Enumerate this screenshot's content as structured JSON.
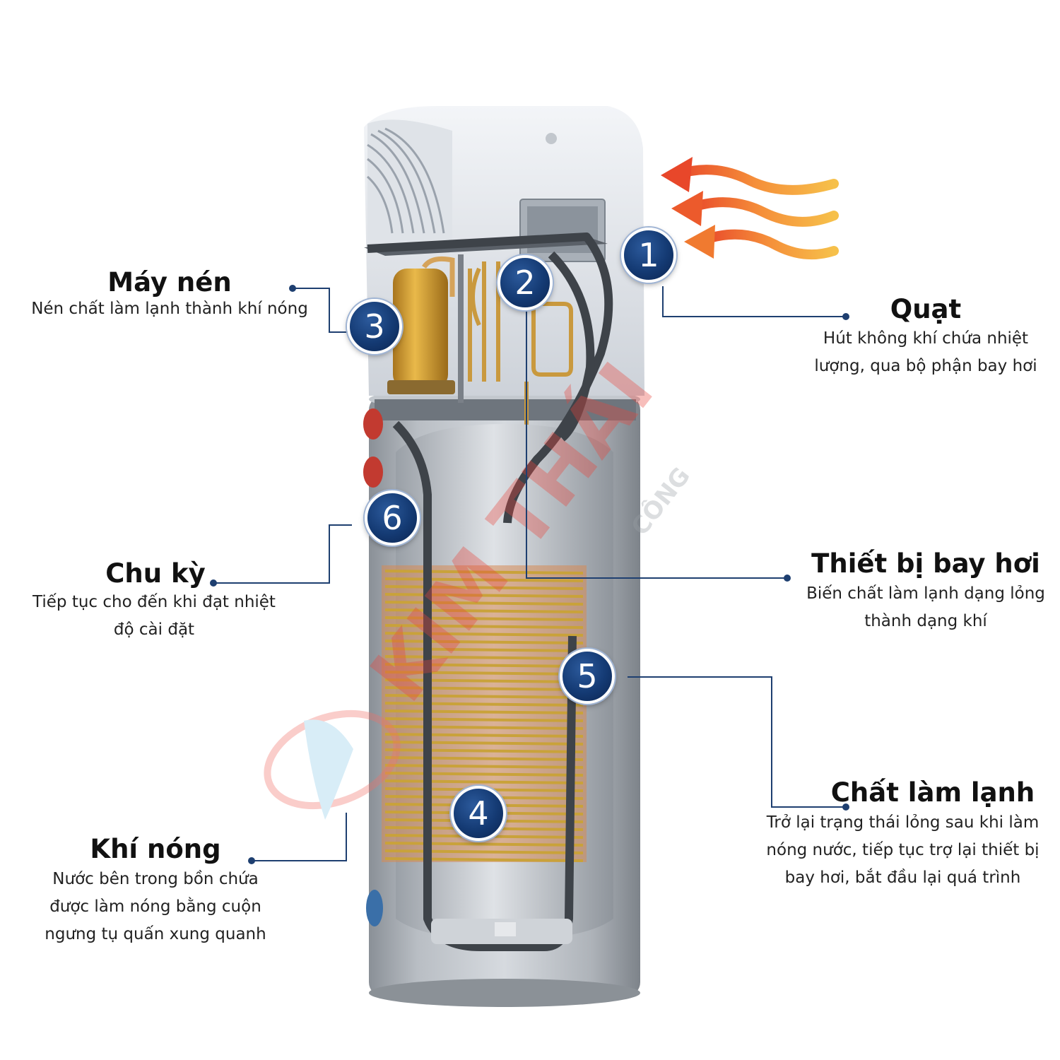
{
  "watermark": {
    "brand": "KIM THÁI",
    "sub": "CÔNG"
  },
  "colors": {
    "badge": "#143a73",
    "leader": "#1e3f70",
    "arrow_hot": "#e8472a",
    "arrow_warm": "#f6c04a"
  },
  "callouts": [
    {
      "number": "1",
      "title": "Quạt",
      "desc": [
        "Hút không khí chứa nhiệt",
        "lượng, qua bộ phận bay hơi"
      ]
    },
    {
      "number": "2",
      "title": "Thiết bị bay hơi",
      "desc": [
        "Biến chất làm lạnh dạng lỏng",
        "thành dạng khí"
      ]
    },
    {
      "number": "3",
      "title": "Máy nén",
      "desc": [
        "Nén chất làm lạnh thành khí nóng"
      ]
    },
    {
      "number": "4",
      "title": "Khí nóng",
      "desc": [
        "Nước bên trong bồn chứa",
        "được làm nóng bằng cuộn",
        "ngưng tụ quấn xung quanh"
      ]
    },
    {
      "number": "5",
      "title": "Chất làm lạnh",
      "desc": [
        "Trở lại trạng thái lỏng sau khi làm",
        "nóng nước, tiếp tục trợ lại thiết bị",
        "bay hơi, bắt đầu lại quá trình"
      ]
    },
    {
      "number": "6",
      "title": "Chu kỳ",
      "desc": [
        "Tiếp tục cho đến khi đạt nhiệt",
        "độ cài đặt"
      ]
    }
  ]
}
